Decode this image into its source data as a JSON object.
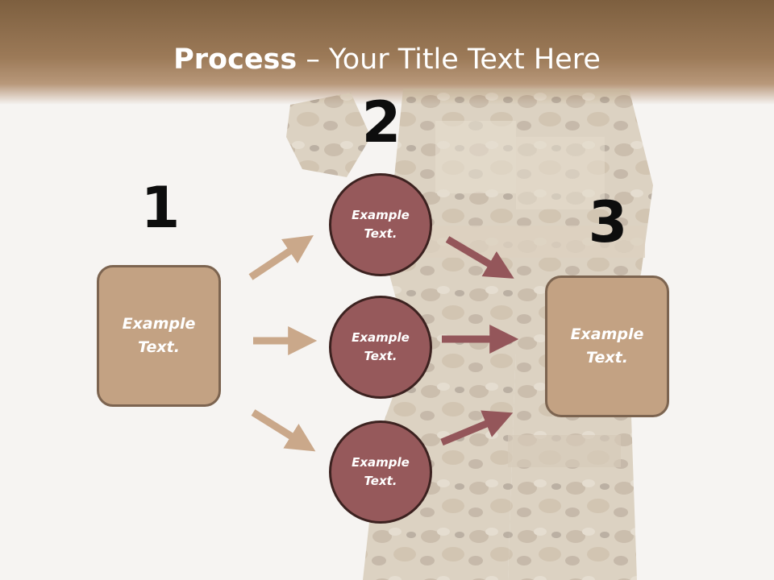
{
  "header": {
    "title_bold": "Process",
    "title_rest": " – Your Title Text Here"
  },
  "steps": {
    "one": {
      "number": "1",
      "label": "Example\nText."
    },
    "two": {
      "number": "2",
      "items": [
        {
          "label": "Example\nText."
        },
        {
          "label": "Example\nText."
        },
        {
          "label": "Example\nText."
        }
      ]
    },
    "three": {
      "number": "3",
      "label": "Example\nText."
    }
  },
  "colors": {
    "header": "#7d5f3f",
    "box_fill": "#c3a283",
    "circle_fill": "#96595b",
    "arrow_tan": "#caa88a",
    "arrow_red": "#94565a"
  }
}
